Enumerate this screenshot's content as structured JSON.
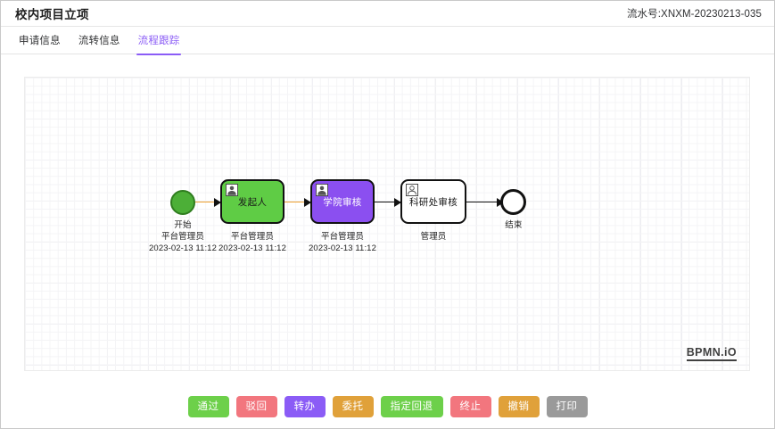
{
  "header": {
    "title": "校内项目立项",
    "serial": "流水号:XNXM-20230213-035"
  },
  "tabs": [
    {
      "label": "申请信息",
      "active": false
    },
    {
      "label": "流转信息",
      "active": false
    },
    {
      "label": "流程跟踪",
      "active": true
    }
  ],
  "canvas": {
    "watermark": "BPMN.iO",
    "accent_active_tab": "#8b5cf6"
  },
  "diagram": {
    "nodes": [
      {
        "id": "start",
        "type": "start-event",
        "label": "开始",
        "actor": "平台管理员",
        "time": "2023-02-13 11:12",
        "color": "#4caf37"
      },
      {
        "id": "task-initiator",
        "type": "user-task",
        "label": "发起人",
        "actor": "平台管理员",
        "time": "2023-02-13 11:12",
        "color": "#5fcc45"
      },
      {
        "id": "task-college-review",
        "type": "user-task",
        "label": "学院审核",
        "actor": "平台管理员",
        "time": "2023-02-13 11:12",
        "color": "#8b4ff0"
      },
      {
        "id": "task-research-office-review",
        "type": "user-task",
        "label": "科研处审核",
        "actor": "管理员",
        "time": "",
        "color": "#ffffff"
      },
      {
        "id": "end",
        "type": "end-event",
        "label": "结束",
        "actor": "",
        "time": "",
        "color": "#ffffff"
      }
    ],
    "connector_colors": {
      "completed": "#eda02f",
      "pending": "#111111"
    }
  },
  "footer": {
    "buttons": [
      {
        "label": "通过",
        "color": "#6dd04a"
      },
      {
        "label": "驳回",
        "color": "#f2767e"
      },
      {
        "label": "转办",
        "color": "#8b5cf6"
      },
      {
        "label": "委托",
        "color": "#e0a13a"
      },
      {
        "label": "指定回退",
        "color": "#6dd04a"
      },
      {
        "label": "终止",
        "color": "#f2767e"
      },
      {
        "label": "撤销",
        "color": "#e0a13a"
      },
      {
        "label": "打印",
        "color": "#9a9a9a"
      }
    ]
  }
}
